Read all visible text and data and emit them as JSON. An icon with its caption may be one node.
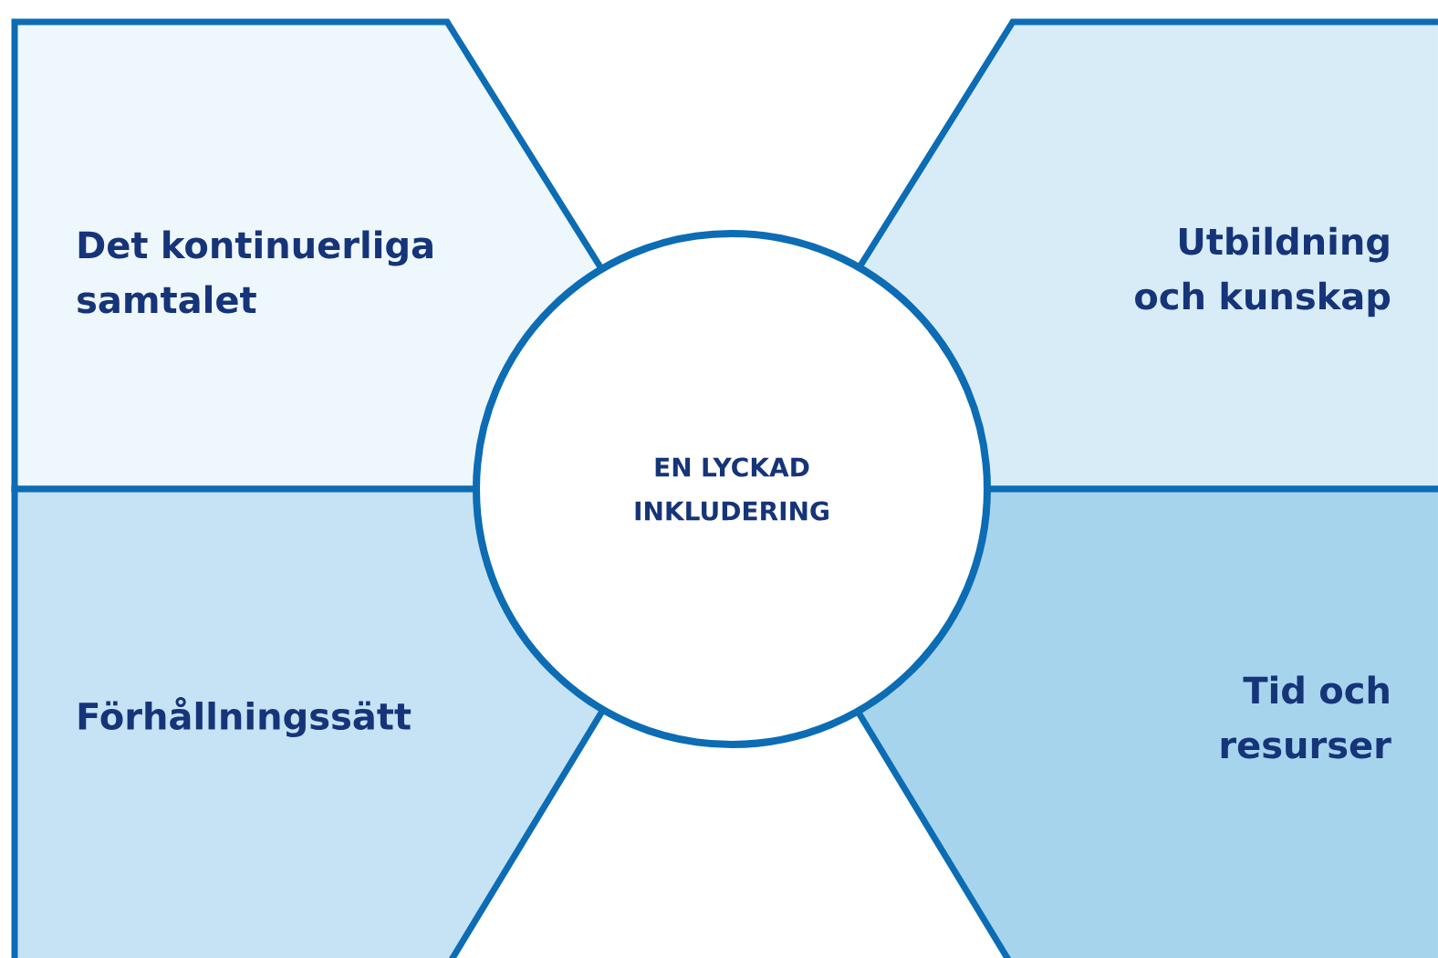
{
  "diagram": {
    "nodes": [
      {
        "text": [
          "Det kontinuerliga samtalet"
        ]
      },
      {
        "text": [
          "Utbildning och kunskap"
        ]
      },
      {
        "text": [
          "EN LYCKAD INKLUDERING"
        ]
      },
      {
        "text": [
          "Förhållningssätt"
        ]
      },
      {
        "text": [
          "Tid och resurser"
        ]
      }
    ]
  }
}
